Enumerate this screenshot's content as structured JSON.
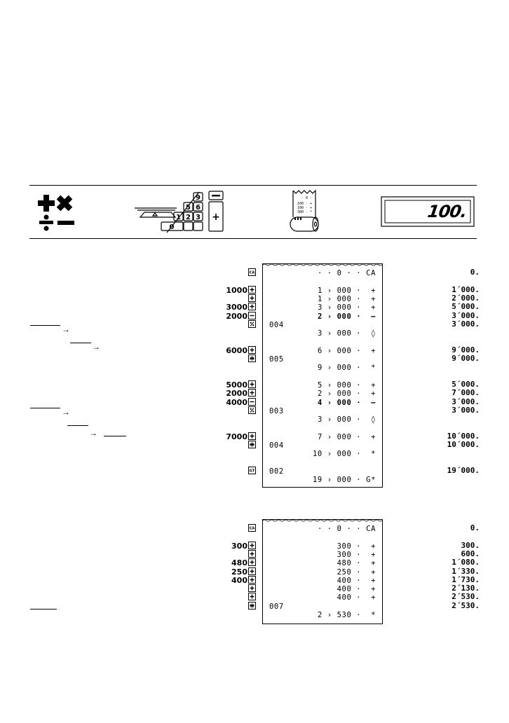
{
  "header": {
    "display_value": "100."
  },
  "example1": {
    "keys": [
      "",
      "1000",
      "",
      "3000",
      "2000",
      "",
      "",
      "6000",
      "",
      "",
      "5000",
      "2000",
      "4000",
      "",
      "",
      "7000",
      "",
      "",
      ""
    ],
    "key_icons": [
      "CA",
      "plus",
      "plus",
      "plus",
      "minus",
      "percent",
      "",
      "plus",
      "equal",
      "",
      "plus",
      "plus",
      "minus",
      "percent",
      "",
      "plus",
      "equal",
      "",
      "GT"
    ],
    "tape": [
      {
        "text": "· · 0 · · CA",
        "bold": false,
        "col": "right"
      },
      {
        "text": "",
        "bold": false,
        "col": "right"
      },
      {
        "text": "1 › 000 ·  +",
        "bold": false,
        "col": "right"
      },
      {
        "text": "1 › 000 ·  +",
        "bold": false,
        "col": "right"
      },
      {
        "text": "3 › 000 ·  +",
        "bold": false,
        "col": "right"
      },
      {
        "text": "2 › 000 ·  –",
        "bold": true,
        "col": "right"
      },
      {
        "text": "004",
        "bold": false,
        "col": "left"
      },
      {
        "text": "3 › 000 ·  ◊",
        "bold": false,
        "col": "right"
      },
      {
        "text": "",
        "bold": false,
        "col": "right"
      },
      {
        "text": "6 › 000 ·  +",
        "bold": false,
        "col": "right"
      },
      {
        "text": "005",
        "bold": false,
        "col": "left"
      },
      {
        "text": "9 › 000 ·  *",
        "bold": false,
        "col": "right"
      },
      {
        "text": "",
        "bold": false,
        "col": "right"
      },
      {
        "text": "5 › 000 ·  +",
        "bold": false,
        "col": "right"
      },
      {
        "text": "2 › 000 ·  +",
        "bold": false,
        "col": "right"
      },
      {
        "text": "4 › 000 ·  –",
        "bold": true,
        "col": "right"
      },
      {
        "text": "003",
        "bold": false,
        "col": "left"
      },
      {
        "text": "3 › 000 ·  ◊",
        "bold": false,
        "col": "right"
      },
      {
        "text": "",
        "bold": false,
        "col": "right"
      },
      {
        "text": "7 › 000 ·  +",
        "bold": false,
        "col": "right"
      },
      {
        "text": "004",
        "bold": false,
        "col": "left"
      },
      {
        "text": "10 › 000 ·  *",
        "bold": false,
        "col": "right"
      },
      {
        "text": "",
        "bold": false,
        "col": "right"
      },
      {
        "text": "002",
        "bold": false,
        "col": "left"
      },
      {
        "text": "19 › 000 · G*",
        "bold": false,
        "col": "right"
      }
    ],
    "display": [
      "0.",
      "",
      "1´000.",
      "2´000.",
      "5´000.",
      "3´000.",
      "3´000.",
      "",
      "",
      "9´000.",
      "9´000.",
      "",
      "",
      "5´000.",
      "7´000.",
      "3´000.",
      "3´000.",
      "",
      "",
      "10´000.",
      "10´000.",
      "",
      "",
      "19´000."
    ]
  },
  "example2": {
    "keys": [
      "",
      "300",
      "",
      "480",
      "250",
      "400",
      "",
      "",
      ""
    ],
    "key_icons": [
      "CA",
      "plus",
      "plus",
      "plus",
      "plus",
      "plus",
      "plus",
      "plus",
      "equal"
    ],
    "tape": [
      {
        "text": "· · 0 · · CA",
        "bold": false,
        "col": "right"
      },
      {
        "text": "",
        "bold": false,
        "col": "right"
      },
      {
        "text": "300 ·  +",
        "bold": false,
        "col": "right"
      },
      {
        "text": "300 ·  +",
        "bold": false,
        "col": "right"
      },
      {
        "text": "480 ·  +",
        "bold": false,
        "col": "right"
      },
      {
        "text": "250 ·  +",
        "bold": false,
        "col": "right"
      },
      {
        "text": "400 ·  +",
        "bold": false,
        "col": "right"
      },
      {
        "text": "400 ·  +",
        "bold": false,
        "col": "right"
      },
      {
        "text": "400 ·  +",
        "bold": false,
        "col": "right"
      },
      {
        "text": "007",
        "bold": false,
        "col": "left"
      },
      {
        "text": "2 › 530 ·  *",
        "bold": false,
        "col": "right"
      }
    ],
    "display": [
      "0.",
      "",
      "300.",
      "600.",
      "1´080.",
      "1´330.",
      "1´730.",
      "2´130.",
      "2´530.",
      "2´530."
    ]
  }
}
